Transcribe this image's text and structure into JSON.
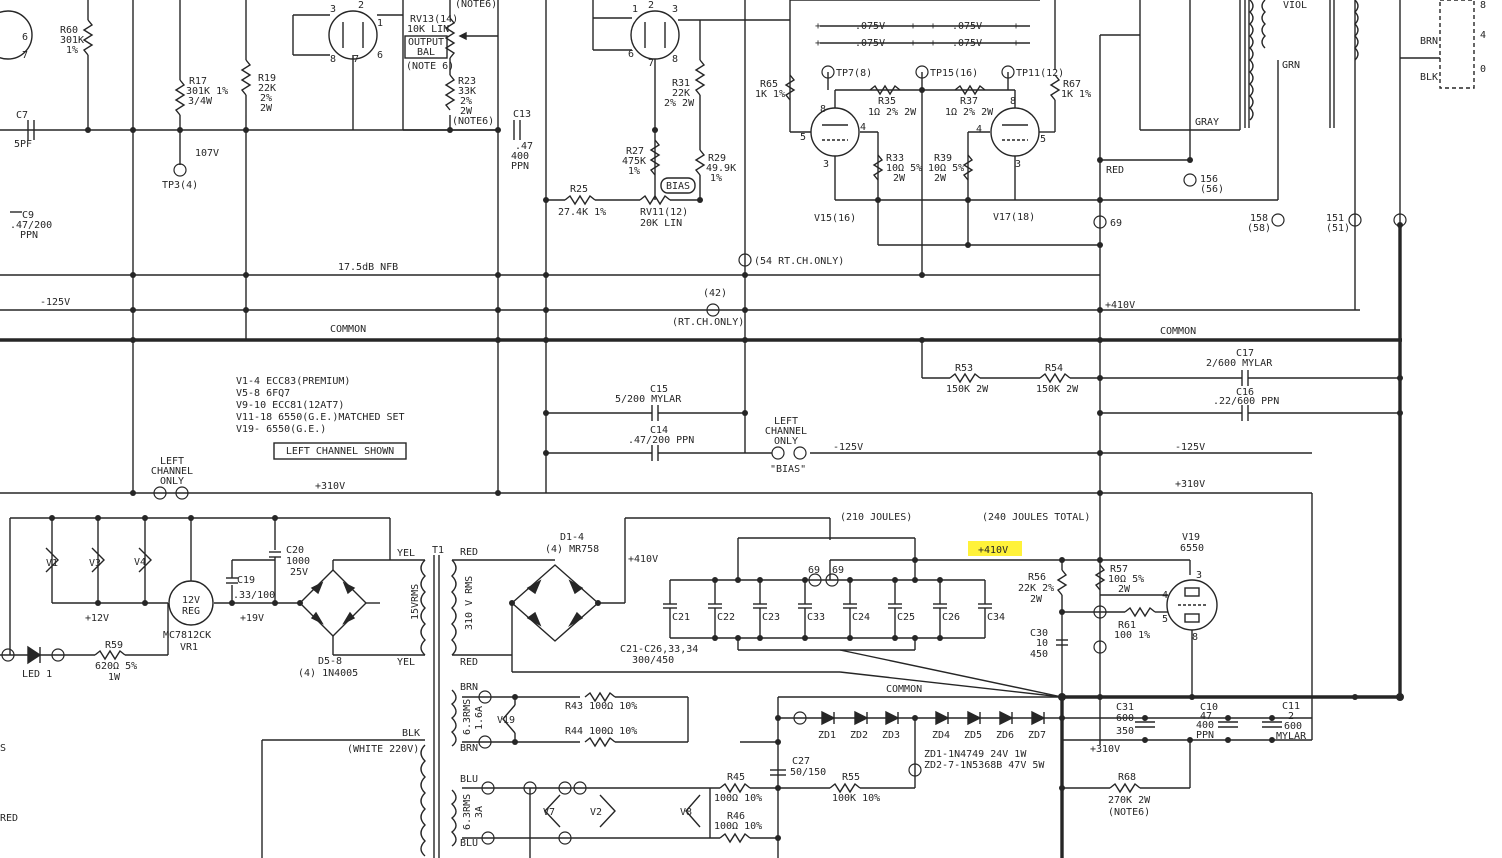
{
  "labels": {
    "note6_top": "(NOTE6)",
    "r60": [
      "R60",
      "301K",
      "1%"
    ],
    "rv13": [
      "RV13(14)",
      "10K LIN",
      "OUTPUT",
      "BAL",
      "(NOTE 6)"
    ],
    "r23": [
      "R23",
      "33K",
      "2%",
      "2W",
      "(NOTE6)"
    ],
    "r17": [
      "R17",
      "301K 1%",
      "3/4W"
    ],
    "r19": [
      "R19",
      "22K",
      "2%",
      "2W"
    ],
    "c7": [
      "C7",
      "5PF"
    ],
    "tp3": [
      "107V",
      "TP3(4)"
    ],
    "c9": [
      "C9",
      ".47/200",
      "PPN"
    ],
    "c13": [
      "C13",
      ".47",
      "400",
      "PPN"
    ],
    "r31": [
      "R31",
      "22K",
      "2% 2W"
    ],
    "r27": [
      "R27",
      "475K",
      "1%"
    ],
    "r29": [
      "R29",
      "49.9K",
      "1%"
    ],
    "bias_box": "BIAS",
    "r25": [
      "R25",
      "27.4K 1%"
    ],
    "rv11": [
      "RV11(12)",
      "20K LIN"
    ],
    "volt_075": ".075V",
    "r65": [
      "R65",
      "1K 1%"
    ],
    "r67": [
      "R67",
      "1K 1%"
    ],
    "tp7": "TP7(8)",
    "tp15": "TP15(16)",
    "tp11": "TP11(12)",
    "r35": [
      "R35",
      "1Ω 2% 2W"
    ],
    "r37": [
      "R37",
      "1Ω 2% 2W"
    ],
    "r33": [
      "R33",
      "10Ω 5%",
      "2W"
    ],
    "r39": [
      "R39",
      "10Ω 5%",
      "2W"
    ],
    "v15": "V15(16)",
    "v17": "V17(18)",
    "tp69": "69",
    "red": "RED",
    "gray": "GRAY",
    "grn": "GRN",
    "viol": "VIOL",
    "brn": "BRN",
    "blk": "BLK",
    "tp156": [
      "156",
      "(56)"
    ],
    "tp158": [
      "158",
      "(58)"
    ],
    "tp151": [
      "151",
      "(51)"
    ],
    "tp54": "(54 RT.CH.ONLY)",
    "tp42": [
      "(42)",
      "(RT.CH.ONLY)"
    ],
    "nfb": "17.5dB NFB",
    "minus125": "-125V",
    "plus410": "+410V",
    "common": "COMMON",
    "tube_list": [
      "V1-4  ECC83(PREMIUM)",
      "V5-8  6FQ7",
      "V9-10 ECC81(12AT7)",
      "V11-18 6550(G.E.)MATCHED SET",
      "V19-  6550(G.E.)"
    ],
    "left_channel_shown": "LEFT CHANNEL SHOWN",
    "c15": [
      "C15",
      "5/200 MYLAR"
    ],
    "c14": [
      "C14",
      ".47/200 PPN"
    ],
    "left_channel_only": [
      "LEFT",
      "CHANNEL",
      "ONLY"
    ],
    "bias_quoted": "\"BIAS\"",
    "r53": [
      "R53",
      "150K 2W"
    ],
    "r54": [
      "R54",
      "150K 2W"
    ],
    "c17": [
      "C17",
      "2/600 MYLAR"
    ],
    "c16": [
      "C16",
      ".22/600 PPN"
    ],
    "plus310": "+310V",
    "tubes_heater": [
      "V1",
      "V3",
      "V4"
    ],
    "plus12": "+12V",
    "reg": [
      "12V",
      "REG"
    ],
    "vr1": [
      "MC7812CK",
      "VR1"
    ],
    "c19": [
      "C19",
      ".33/100"
    ],
    "plus19": "+19V",
    "c20": [
      "C20",
      "1000",
      "25V"
    ],
    "yel": "YEL",
    "t1": "T1",
    "rms15": "15VRMS",
    "rms310": "310 V RMS",
    "d58": [
      "D5-8",
      "(4) 1N4005"
    ],
    "d14": [
      "D1-4",
      "(4) MR758"
    ],
    "led1": "LED 1",
    "r59": [
      "R59",
      "620Ω 5%",
      "1W"
    ],
    "joules210": "(210 JOULES)",
    "joules240": "(240 JOULES TOTAL)",
    "plus410_hl": "+410V",
    "caps_bank": [
      "C21",
      "C22",
      "C23",
      "C33",
      "C24",
      "C25",
      "C26",
      "C34"
    ],
    "caps_bank_label": [
      "C21-C26,33,34",
      "300/450"
    ],
    "v19": [
      "V19",
      "6550"
    ],
    "r56": [
      "R56",
      "22K 2%",
      "2W"
    ],
    "r57": [
      "R57",
      "10Ω 5%",
      "2W"
    ],
    "r61": [
      "R61",
      "100 1%"
    ],
    "c30": [
      "C30",
      "10",
      "450"
    ],
    "pins": [
      "3",
      "4",
      "5",
      "8"
    ],
    "rms63a": [
      "6.3RMS",
      "1.6A"
    ],
    "rms63b": [
      "6.3RMS",
      "3A"
    ],
    "v19h": "V19",
    "r43": "R43 100Ω 10%",
    "r44": "R44 100Ω 10%",
    "blu": "BLU",
    "v7": "V7",
    "v2": "V2",
    "v8": "V8",
    "r45": [
      "R45",
      "100Ω 10%"
    ],
    "r46": [
      "R46",
      "100Ω 10%"
    ],
    "c27": [
      "C27",
      "50/150"
    ],
    "r55": [
      "R55",
      "100K 10%"
    ],
    "zd": [
      "ZD1",
      "ZD2",
      "ZD3",
      "ZD4",
      "ZD5",
      "ZD6",
      "ZD7"
    ],
    "zd_note": [
      "ZD1-1N4749 24V 1W",
      "ZD2-7-1N5368B 47V 5W"
    ],
    "c31": [
      "C31",
      "600",
      "350"
    ],
    "c10": [
      "C10",
      "47",
      "400",
      "PPN"
    ],
    "c11": [
      "C11",
      "2",
      "600",
      "MYLAR"
    ],
    "r68": [
      "R68",
      "270K 2W",
      "(NOTE6)"
    ],
    "white220": "(WHITE 220V)",
    "edge_s": "S",
    "edge_red": "RED",
    "pin_8": "8",
    "pin_4": "4",
    "pin_0": "0"
  }
}
